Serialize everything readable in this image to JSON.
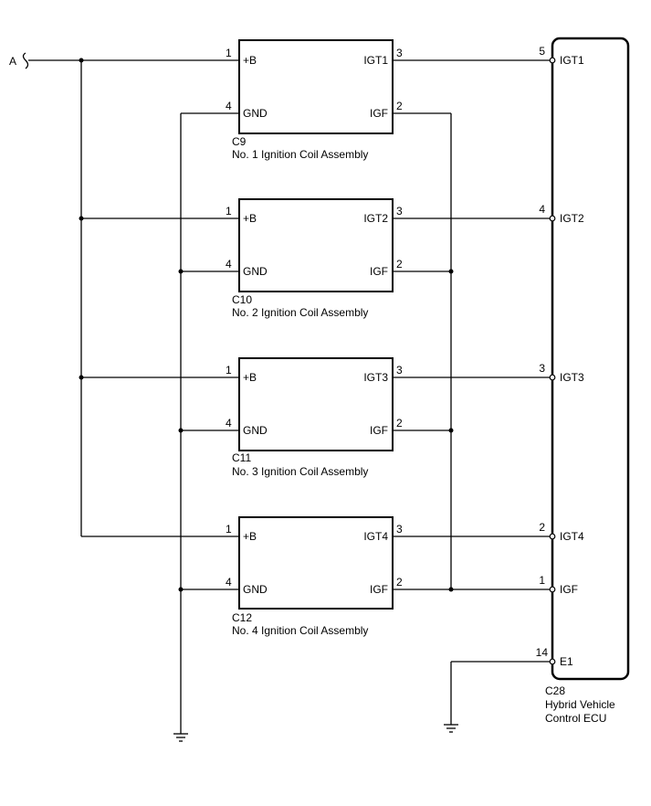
{
  "input_label": "A",
  "coils": [
    {
      "code": "C9",
      "name": "No. 1 Ignition Coil Assembly",
      "pin_b": "1",
      "pin_gnd": "4",
      "pin_igt": "3",
      "pin_igf": "2",
      "sig_b": "+B",
      "sig_gnd": "GND",
      "sig_igt": "IGT1",
      "sig_igf": "IGF"
    },
    {
      "code": "C10",
      "name": "No. 2 Ignition Coil Assembly",
      "pin_b": "1",
      "pin_gnd": "4",
      "pin_igt": "3",
      "pin_igf": "2",
      "sig_b": "+B",
      "sig_gnd": "GND",
      "sig_igt": "IGT2",
      "sig_igf": "IGF"
    },
    {
      "code": "C11",
      "name": "No. 3 Ignition Coil Assembly",
      "pin_b": "1",
      "pin_gnd": "4",
      "pin_igt": "3",
      "pin_igf": "2",
      "sig_b": "+B",
      "sig_gnd": "GND",
      "sig_igt": "IGT3",
      "sig_igf": "IGF"
    },
    {
      "code": "C12",
      "name": "No. 4 Ignition Coil Assembly",
      "pin_b": "1",
      "pin_gnd": "4",
      "pin_igt": "3",
      "pin_igf": "2",
      "sig_b": "+B",
      "sig_gnd": "GND",
      "sig_igt": "IGT4",
      "sig_igf": "IGF"
    }
  ],
  "ecu": {
    "code": "C28",
    "name_line1": "Hybrid Vehicle",
    "name_line2": "Control ECU",
    "terminals": [
      {
        "pin": "5",
        "name": "IGT1"
      },
      {
        "pin": "4",
        "name": "IGT2"
      },
      {
        "pin": "3",
        "name": "IGT3"
      },
      {
        "pin": "2",
        "name": "IGT4"
      },
      {
        "pin": "1",
        "name": "IGF"
      },
      {
        "pin": "14",
        "name": "E1"
      }
    ]
  }
}
